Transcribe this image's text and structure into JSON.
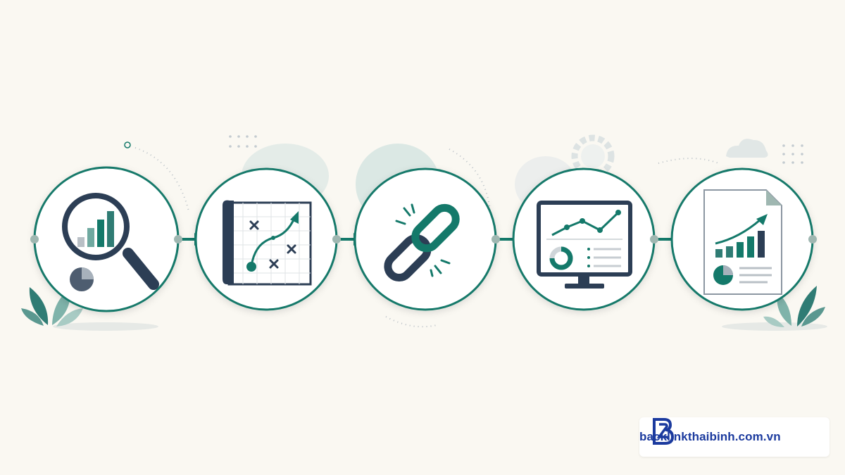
{
  "diagram": {
    "type": "process-flow",
    "steps": [
      {
        "id": "step-1",
        "icon": "magnifier-bar-chart-icon",
        "meaning": "research"
      },
      {
        "id": "step-2",
        "icon": "strategy-map-icon",
        "meaning": "planning"
      },
      {
        "id": "step-3",
        "icon": "chain-link-icon",
        "meaning": "link building"
      },
      {
        "id": "step-4",
        "icon": "monitor-analytics-icon",
        "meaning": "monitoring"
      },
      {
        "id": "step-5",
        "icon": "growth-report-icon",
        "meaning": "reporting"
      }
    ],
    "connector": "arrow-right-icon"
  },
  "colors": {
    "background": "#faf8f2",
    "teal": "#14796a",
    "navy": "#2c3e55",
    "light_teal": "#cfe3df",
    "gray": "#b9c0c6",
    "brand_blue": "#1b3a9e"
  },
  "brand": {
    "text": "backlinkthaibinh.com.vn",
    "logo": "bb-logo-icon"
  }
}
